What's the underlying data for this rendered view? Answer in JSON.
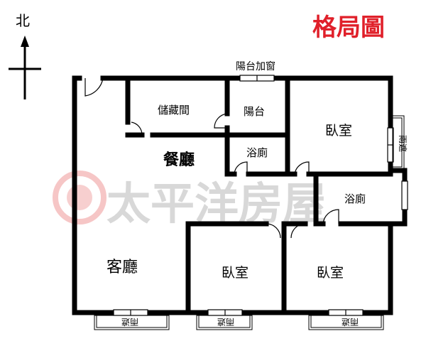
{
  "title": "格局圖",
  "north_label": "北",
  "watermark": "太平洋房屋",
  "colors": {
    "title": "#e0202a",
    "wall": "#000000",
    "watermark": "#c8c8c8",
    "logo": "#e05050"
  },
  "rooms": {
    "storage": "儲藏間",
    "balcony": "陽台",
    "balcony_window": "陽台加窗",
    "bedroom_top_right": "臥室",
    "dining": "餐廳",
    "bath_small": "浴廁",
    "bath_right": "浴廁",
    "living": "客廳",
    "bedroom_middle": "臥室",
    "bedroom_bottom_right": "臥室"
  },
  "canopies": {
    "right": "雨遮",
    "bottom_left": "雨遮",
    "bottom_middle": "雨遮",
    "bottom_right": "雨遮"
  }
}
